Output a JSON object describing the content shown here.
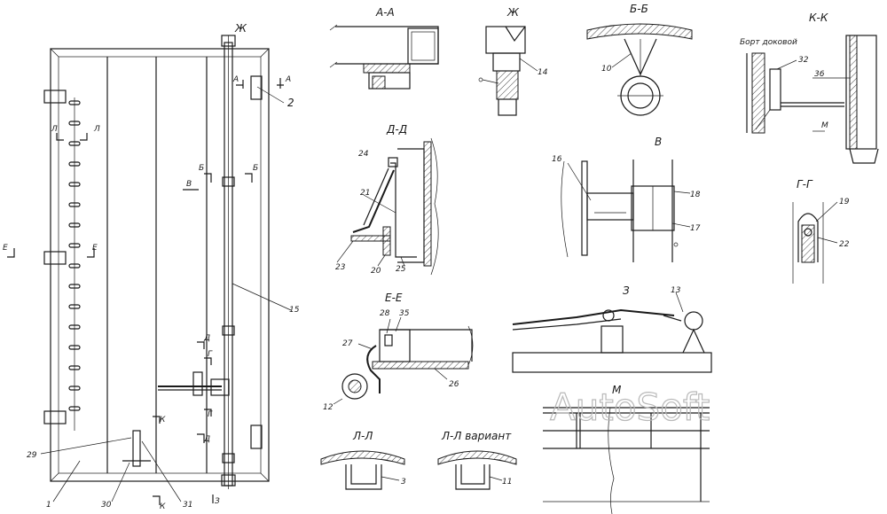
{
  "watermark": "AutoSoft",
  "main_view": {
    "cut_labels": {
      "zh_top": "Ж",
      "a_left": "А",
      "a_right": "А",
      "b_left": "Б",
      "b_right": "Б",
      "v": "В",
      "l_left": "Л",
      "l_right": "Л",
      "e_left": "Е",
      "e_right": "Е",
      "d_top": "Д",
      "d_bottom": "Д",
      "g_top": "Г",
      "g_bottom": "Г",
      "k_top": "К",
      "k_bottom": "К",
      "z": "З"
    },
    "callouts": {
      "c2": "2",
      "c15": "15",
      "c29": "29",
      "c1": "1",
      "c30": "30",
      "c31": "31"
    }
  },
  "views": {
    "aa": {
      "title": "А-А"
    },
    "zh": {
      "title": "Ж",
      "callouts": {
        "c14": "14"
      }
    },
    "bb": {
      "title": "Б-Б",
      "callouts": {
        "c10": "10"
      }
    },
    "kk": {
      "title": "К-К",
      "note": "Борт доковой",
      "callouts": {
        "c32": "32",
        "c36": "36",
        "m": "М"
      }
    },
    "dd": {
      "title": "Д-Д",
      "callouts": {
        "c24": "24",
        "c21": "21",
        "c23": "23",
        "c20": "20",
        "c25": "25"
      }
    },
    "v": {
      "title": "В",
      "callouts": {
        "c16": "16",
        "c18": "18",
        "c17": "17"
      }
    },
    "gg": {
      "title": "Г-Г",
      "callouts": {
        "c19": "19",
        "c22": "22"
      }
    },
    "ee": {
      "title": "Е-Е",
      "callouts": {
        "c28": "28",
        "c35": "35",
        "c27": "27",
        "c12": "12",
        "c26": "26"
      }
    },
    "z": {
      "title": "З",
      "callouts": {
        "c13": "13"
      }
    },
    "m": {
      "title": "М"
    },
    "ll": {
      "title": "Л-Л",
      "callouts": {
        "c3": "3"
      }
    },
    "llv": {
      "title": "Л-Л вариант",
      "callouts": {
        "c11": "11"
      }
    }
  }
}
